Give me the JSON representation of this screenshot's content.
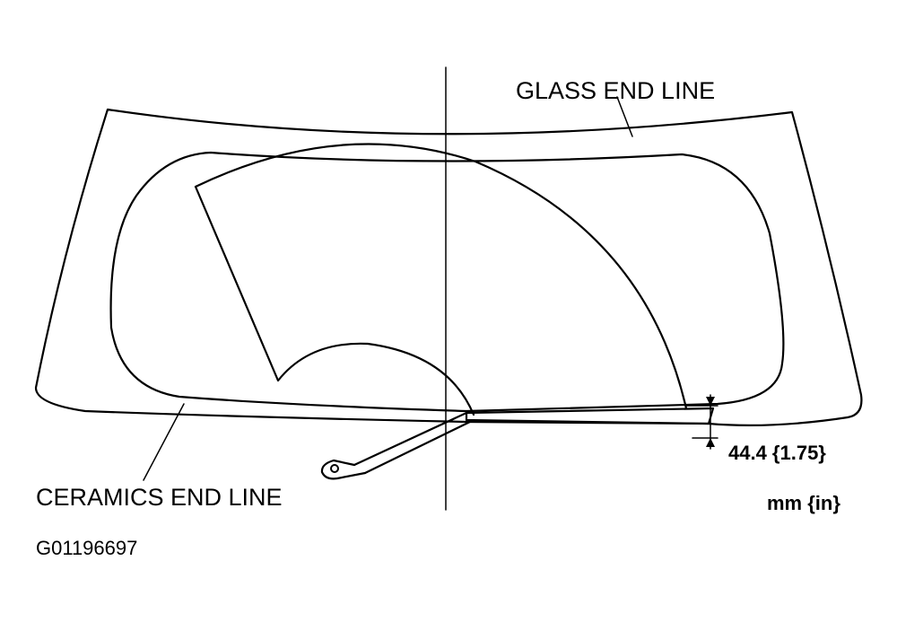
{
  "labels": {
    "glass_end_line": "GLASS END LINE",
    "ceramics_end_line": "CERAMICS END LINE",
    "dimension": "44.4 {1.75}",
    "units": "mm {in}",
    "figure_code": "G01196697"
  }
}
